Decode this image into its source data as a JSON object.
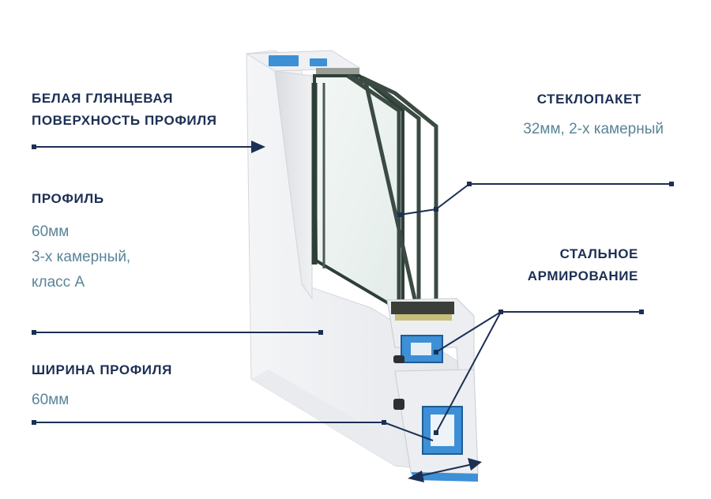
{
  "labels": {
    "surface_line1": "БЕЛАЯ ГЛЯНЦЕВАЯ",
    "surface_line2": "ПОВЕРХНОСТЬ ПРОФИЛЯ",
    "profile_title": "ПРОФИЛЬ",
    "profile_line1": "60мм",
    "profile_line2": "3-х камерный,",
    "profile_line3": "класс А",
    "width_title": "ШИРИНА ПРОФИЛЯ",
    "width_value": "60мм",
    "glass_title": "СТЕКЛОПАКЕТ",
    "glass_value": "32мм, 2-х камерный",
    "steel_line1": "СТАЛЬНОЕ",
    "steel_line2": "АРМИРОВАНИЕ"
  },
  "colors": {
    "label_text": "#1c2f54",
    "sub_text": "#5a8497",
    "leader_line": "#1c2f54",
    "reinforcement_blue": "#3d8fd6",
    "glass_tint": "#e8f1ee"
  }
}
